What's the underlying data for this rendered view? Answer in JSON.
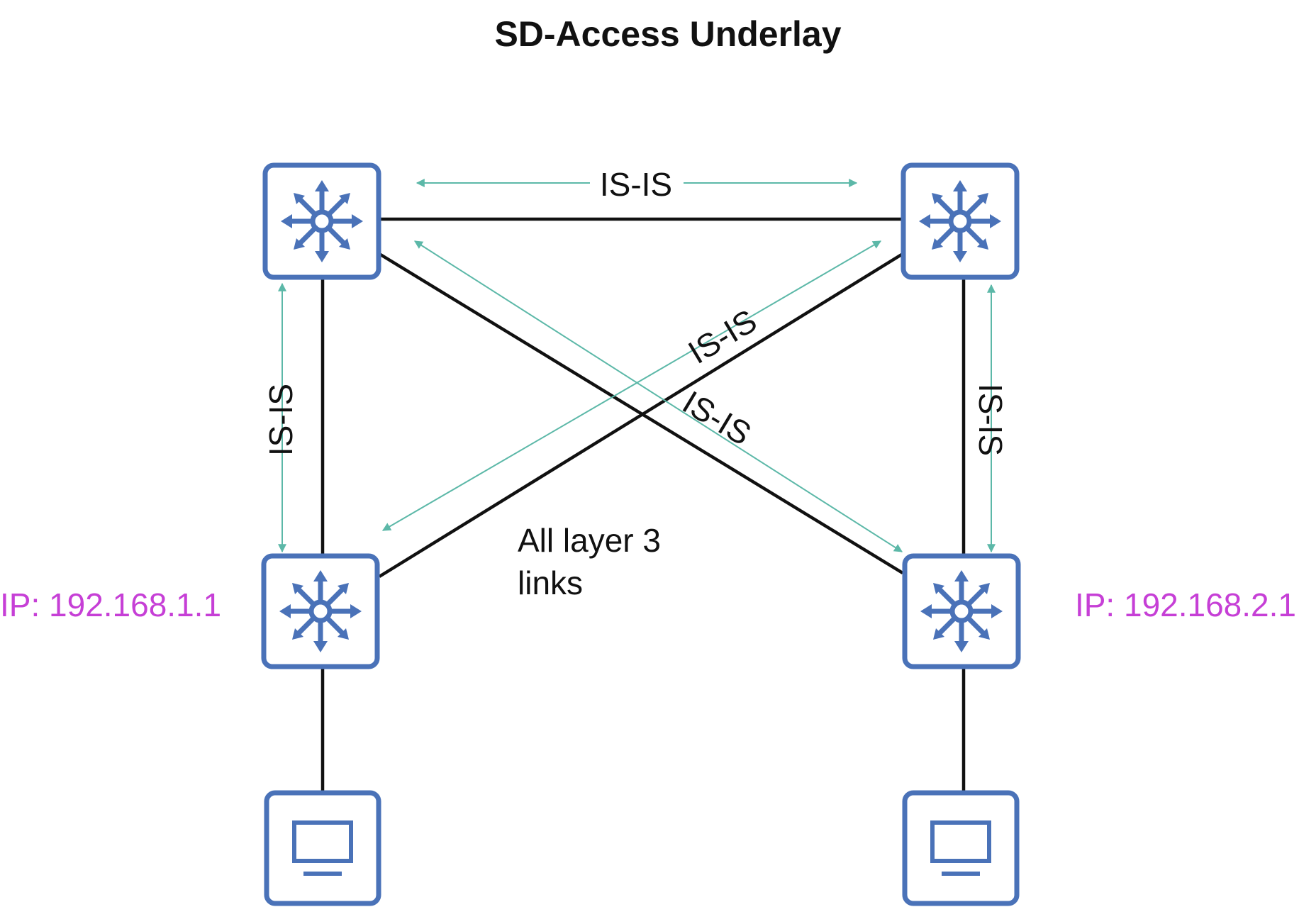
{
  "title": "SD-Access Underlay",
  "colors": {
    "device": "#4a72b8",
    "link": "#111111",
    "arrow": "#5cb8a8",
    "ip_label": "#c63fd6",
    "text": "#111111"
  },
  "devices": [
    {
      "id": "switch-top-left",
      "type": "layer3-switch",
      "icon": "layer3-switch-icon"
    },
    {
      "id": "switch-top-right",
      "type": "layer3-switch",
      "icon": "layer3-switch-icon"
    },
    {
      "id": "switch-bottom-left",
      "type": "layer3-switch",
      "icon": "layer3-switch-icon"
    },
    {
      "id": "switch-bottom-right",
      "type": "layer3-switch",
      "icon": "layer3-switch-icon"
    },
    {
      "id": "pc-left",
      "type": "pc",
      "icon": "monitor-icon"
    },
    {
      "id": "pc-right",
      "type": "pc",
      "icon": "monitor-icon"
    }
  ],
  "labels": {
    "isis_top": "IS-IS",
    "isis_left": "IS-IS",
    "isis_right": "IS-IS",
    "isis_diag_up": "IS-IS",
    "isis_diag_down": "IS-IS",
    "note_line1": "All layer 3",
    "note_line2": "links",
    "ip_left": "IP: 192.168.1.1",
    "ip_right": "IP: 192.168.2.1"
  }
}
